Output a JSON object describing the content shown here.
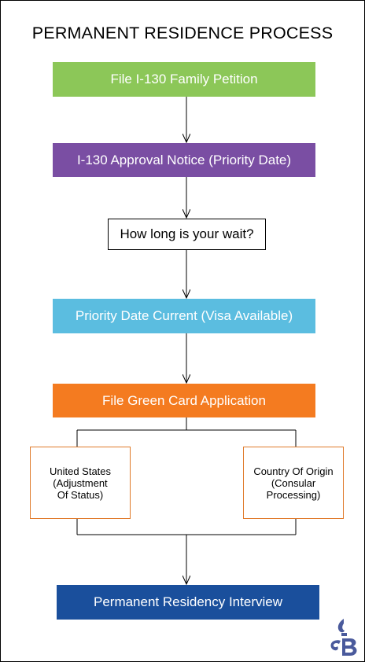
{
  "title": "PERMANENT RESIDENCE PROCESS",
  "steps": [
    {
      "label": "File I-130 Family Petition",
      "color": "#8cc758"
    },
    {
      "label": "I-130 Approval Notice (Priority Date)",
      "color": "#7a4ea3"
    },
    {
      "label": "Priority Date Current (Visa Available)",
      "color": "#5bbde0"
    },
    {
      "label": "File Green Card Application",
      "color": "#f47b20"
    },
    {
      "label": "Permanent Residency Interview",
      "color": "#1a4f9c"
    }
  ],
  "wait_box": {
    "label": "How long is your wait?"
  },
  "options": {
    "left": "United States\n(Adjustment\nOf Status)",
    "right": "Country Of Origin\n(Consular\nProcessing)",
    "border_color": "#e07a2a"
  },
  "logo": {
    "icon": "brand-logo-icon",
    "color": "#4a5a9c"
  }
}
